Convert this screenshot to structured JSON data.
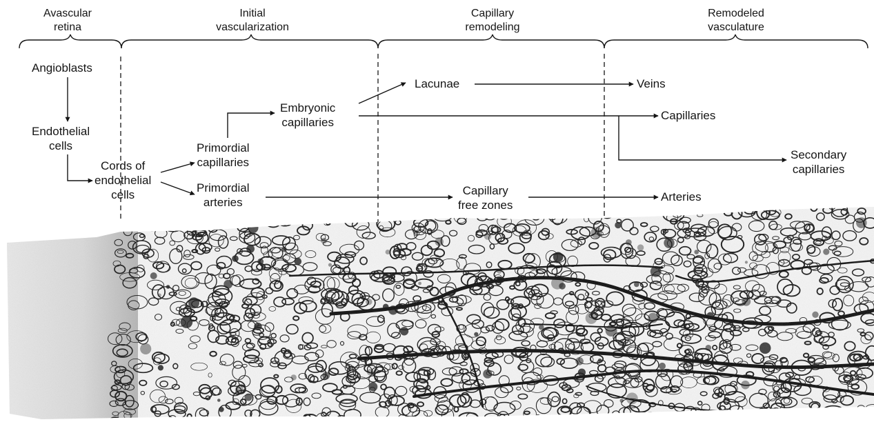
{
  "stages": [
    {
      "id": "avascular",
      "line1": "Avascular",
      "line2": "retina"
    },
    {
      "id": "initial",
      "line1": "Initial",
      "line2": "vascularization"
    },
    {
      "id": "remodeling",
      "line1": "Capillary",
      "line2": "remodeling"
    },
    {
      "id": "remodeled",
      "line1": "Remodeled",
      "line2": "vasculature"
    }
  ],
  "nodes": {
    "angioblasts": {
      "lines": [
        "Angioblasts"
      ]
    },
    "endothelial_cells": {
      "lines": [
        "Endothelial",
        "cells"
      ]
    },
    "cords": {
      "lines": [
        "Cords of",
        "endothelial",
        "cells"
      ]
    },
    "primordial_capillaries": {
      "lines": [
        "Primordial",
        "capillaries"
      ]
    },
    "primordial_arteries": {
      "lines": [
        "Primordial",
        "arteries"
      ]
    },
    "embryonic_capillaries": {
      "lines": [
        "Embryonic",
        "capillaries"
      ]
    },
    "lacunae": {
      "lines": [
        "Lacunae"
      ]
    },
    "capillary_free_zones": {
      "lines": [
        "Capillary",
        "free zones"
      ]
    },
    "veins": {
      "lines": [
        "Veins"
      ]
    },
    "capillaries": {
      "lines": [
        "Capillaries"
      ]
    },
    "secondary_capillaries": {
      "lines": [
        "Secondary",
        "capillaries"
      ]
    },
    "arteries": {
      "lines": [
        "Arteries"
      ]
    }
  },
  "edges": [
    {
      "from": "angioblasts",
      "to": "endothelial_cells"
    },
    {
      "from": "endothelial_cells",
      "to": "cords"
    },
    {
      "from": "cords",
      "to": "primordial_capillaries"
    },
    {
      "from": "cords",
      "to": "primordial_arteries"
    },
    {
      "from": "primordial_capillaries",
      "to": "embryonic_capillaries"
    },
    {
      "from": "embryonic_capillaries",
      "to": "lacunae"
    },
    {
      "from": "lacunae",
      "to": "veins"
    },
    {
      "from": "embryonic_capillaries",
      "to": "capillaries"
    },
    {
      "from": "embryonic_capillaries",
      "to": "secondary_capillaries"
    },
    {
      "from": "primordial_arteries",
      "to": "capillary_free_zones"
    },
    {
      "from": "capillary_free_zones",
      "to": "arteries"
    }
  ],
  "micrograph": {
    "subject": "retinal vasculature whole-mount micrograph",
    "style": "grayscale"
  },
  "colors": {
    "ink": "#151515",
    "background": "#ffffff",
    "vessel": "#1a1a1a",
    "avascular_fill": "#e6e6e6"
  }
}
